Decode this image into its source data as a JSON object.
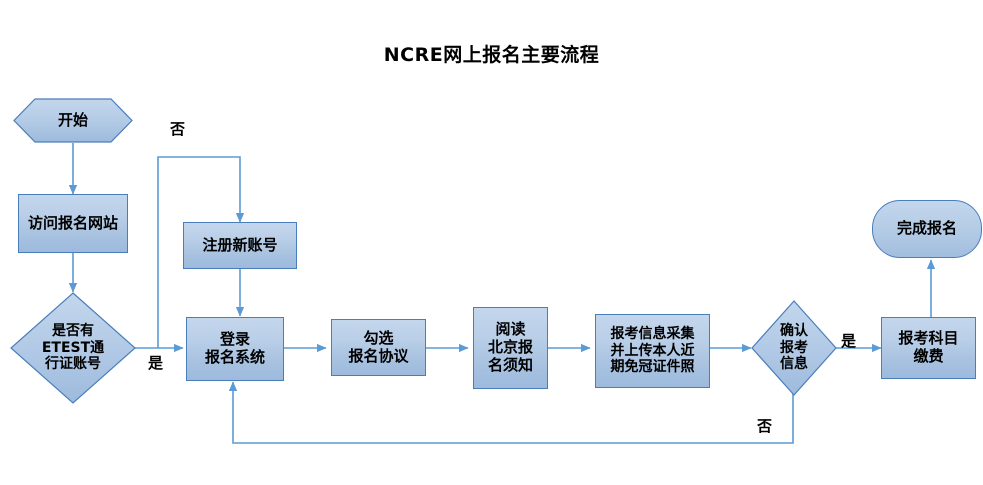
{
  "diagram": {
    "title": "NCRE网上报名主要流程",
    "type": "flowchart",
    "colors": {
      "node_fill_top": "#c3d6ec",
      "node_fill_bottom": "#9dbadd",
      "node_border": "#4a7ebb",
      "edge_line": "#5b9bd5",
      "text": "#000000",
      "background": "#ffffff"
    },
    "nodes": [
      {
        "id": "start",
        "shape": "hexagon",
        "label": "开始"
      },
      {
        "id": "visit",
        "shape": "rectangle",
        "label": "访问报名网站"
      },
      {
        "id": "has_etest",
        "shape": "diamond",
        "label": "是否有\nETEST通\n行证账号"
      },
      {
        "id": "register",
        "shape": "rectangle",
        "label": "注册新账号"
      },
      {
        "id": "login",
        "shape": "rectangle",
        "label": "登录\n报名系统"
      },
      {
        "id": "agree",
        "shape": "rectangle",
        "label": "勾选\n报名协议"
      },
      {
        "id": "read",
        "shape": "rectangle",
        "label": "阅读\n北京报\n名须知"
      },
      {
        "id": "collect",
        "shape": "rectangle",
        "label": "报考信息采集\n并上传本人近\n期免冠证件照"
      },
      {
        "id": "confirm",
        "shape": "diamond",
        "label": "确认\n报考\n信息"
      },
      {
        "id": "pay",
        "shape": "rectangle",
        "label": "报考科目\n缴费"
      },
      {
        "id": "finish",
        "shape": "stadium",
        "label": "完成报名"
      }
    ],
    "edge_labels": {
      "no_register": "否",
      "yes_login": "是",
      "yes_pay": "是",
      "no_back": "否"
    },
    "edges": [
      {
        "from": "start",
        "to": "visit",
        "label": ""
      },
      {
        "from": "visit",
        "to": "has_etest",
        "label": ""
      },
      {
        "from": "has_etest",
        "to": "register",
        "label": "否"
      },
      {
        "from": "has_etest",
        "to": "login",
        "label": "是"
      },
      {
        "from": "register",
        "to": "login",
        "label": ""
      },
      {
        "from": "login",
        "to": "agree",
        "label": ""
      },
      {
        "from": "agree",
        "to": "read",
        "label": ""
      },
      {
        "from": "read",
        "to": "collect",
        "label": ""
      },
      {
        "from": "collect",
        "to": "confirm",
        "label": ""
      },
      {
        "from": "confirm",
        "to": "pay",
        "label": "是"
      },
      {
        "from": "confirm",
        "to": "login",
        "label": "否"
      },
      {
        "from": "pay",
        "to": "finish",
        "label": ""
      }
    ]
  }
}
